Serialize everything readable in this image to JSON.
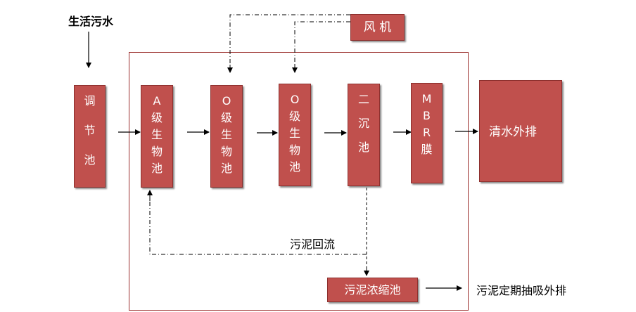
{
  "input_label": "生活污水",
  "blower_label": "风 机",
  "units": [
    {
      "id": "tiaojie",
      "chars": [
        "调",
        "节",
        "池"
      ]
    },
    {
      "id": "a-tank",
      "chars": [
        "A",
        "级",
        "生",
        "物",
        "池"
      ]
    },
    {
      "id": "o-tank-1",
      "chars": [
        "O",
        "级",
        "生",
        "物",
        "池"
      ]
    },
    {
      "id": "o-tank-2",
      "chars": [
        "O",
        "级",
        "生",
        "物",
        "池"
      ]
    },
    {
      "id": "secondary",
      "chars": [
        "二",
        "沉",
        "池"
      ]
    },
    {
      "id": "mbr",
      "chars": [
        "M",
        "B",
        "R",
        "膜"
      ]
    }
  ],
  "discharge_label": "清水外排",
  "sludge_return_label": "污泥回流",
  "thickener_label": "污泥浓缩池",
  "sludge_discharge_label": "污泥定期抽吸外排",
  "colors": {
    "box_fill": "#c0504d",
    "frame_border": "#9b2f2d",
    "text_on_box": "#ffffff"
  }
}
